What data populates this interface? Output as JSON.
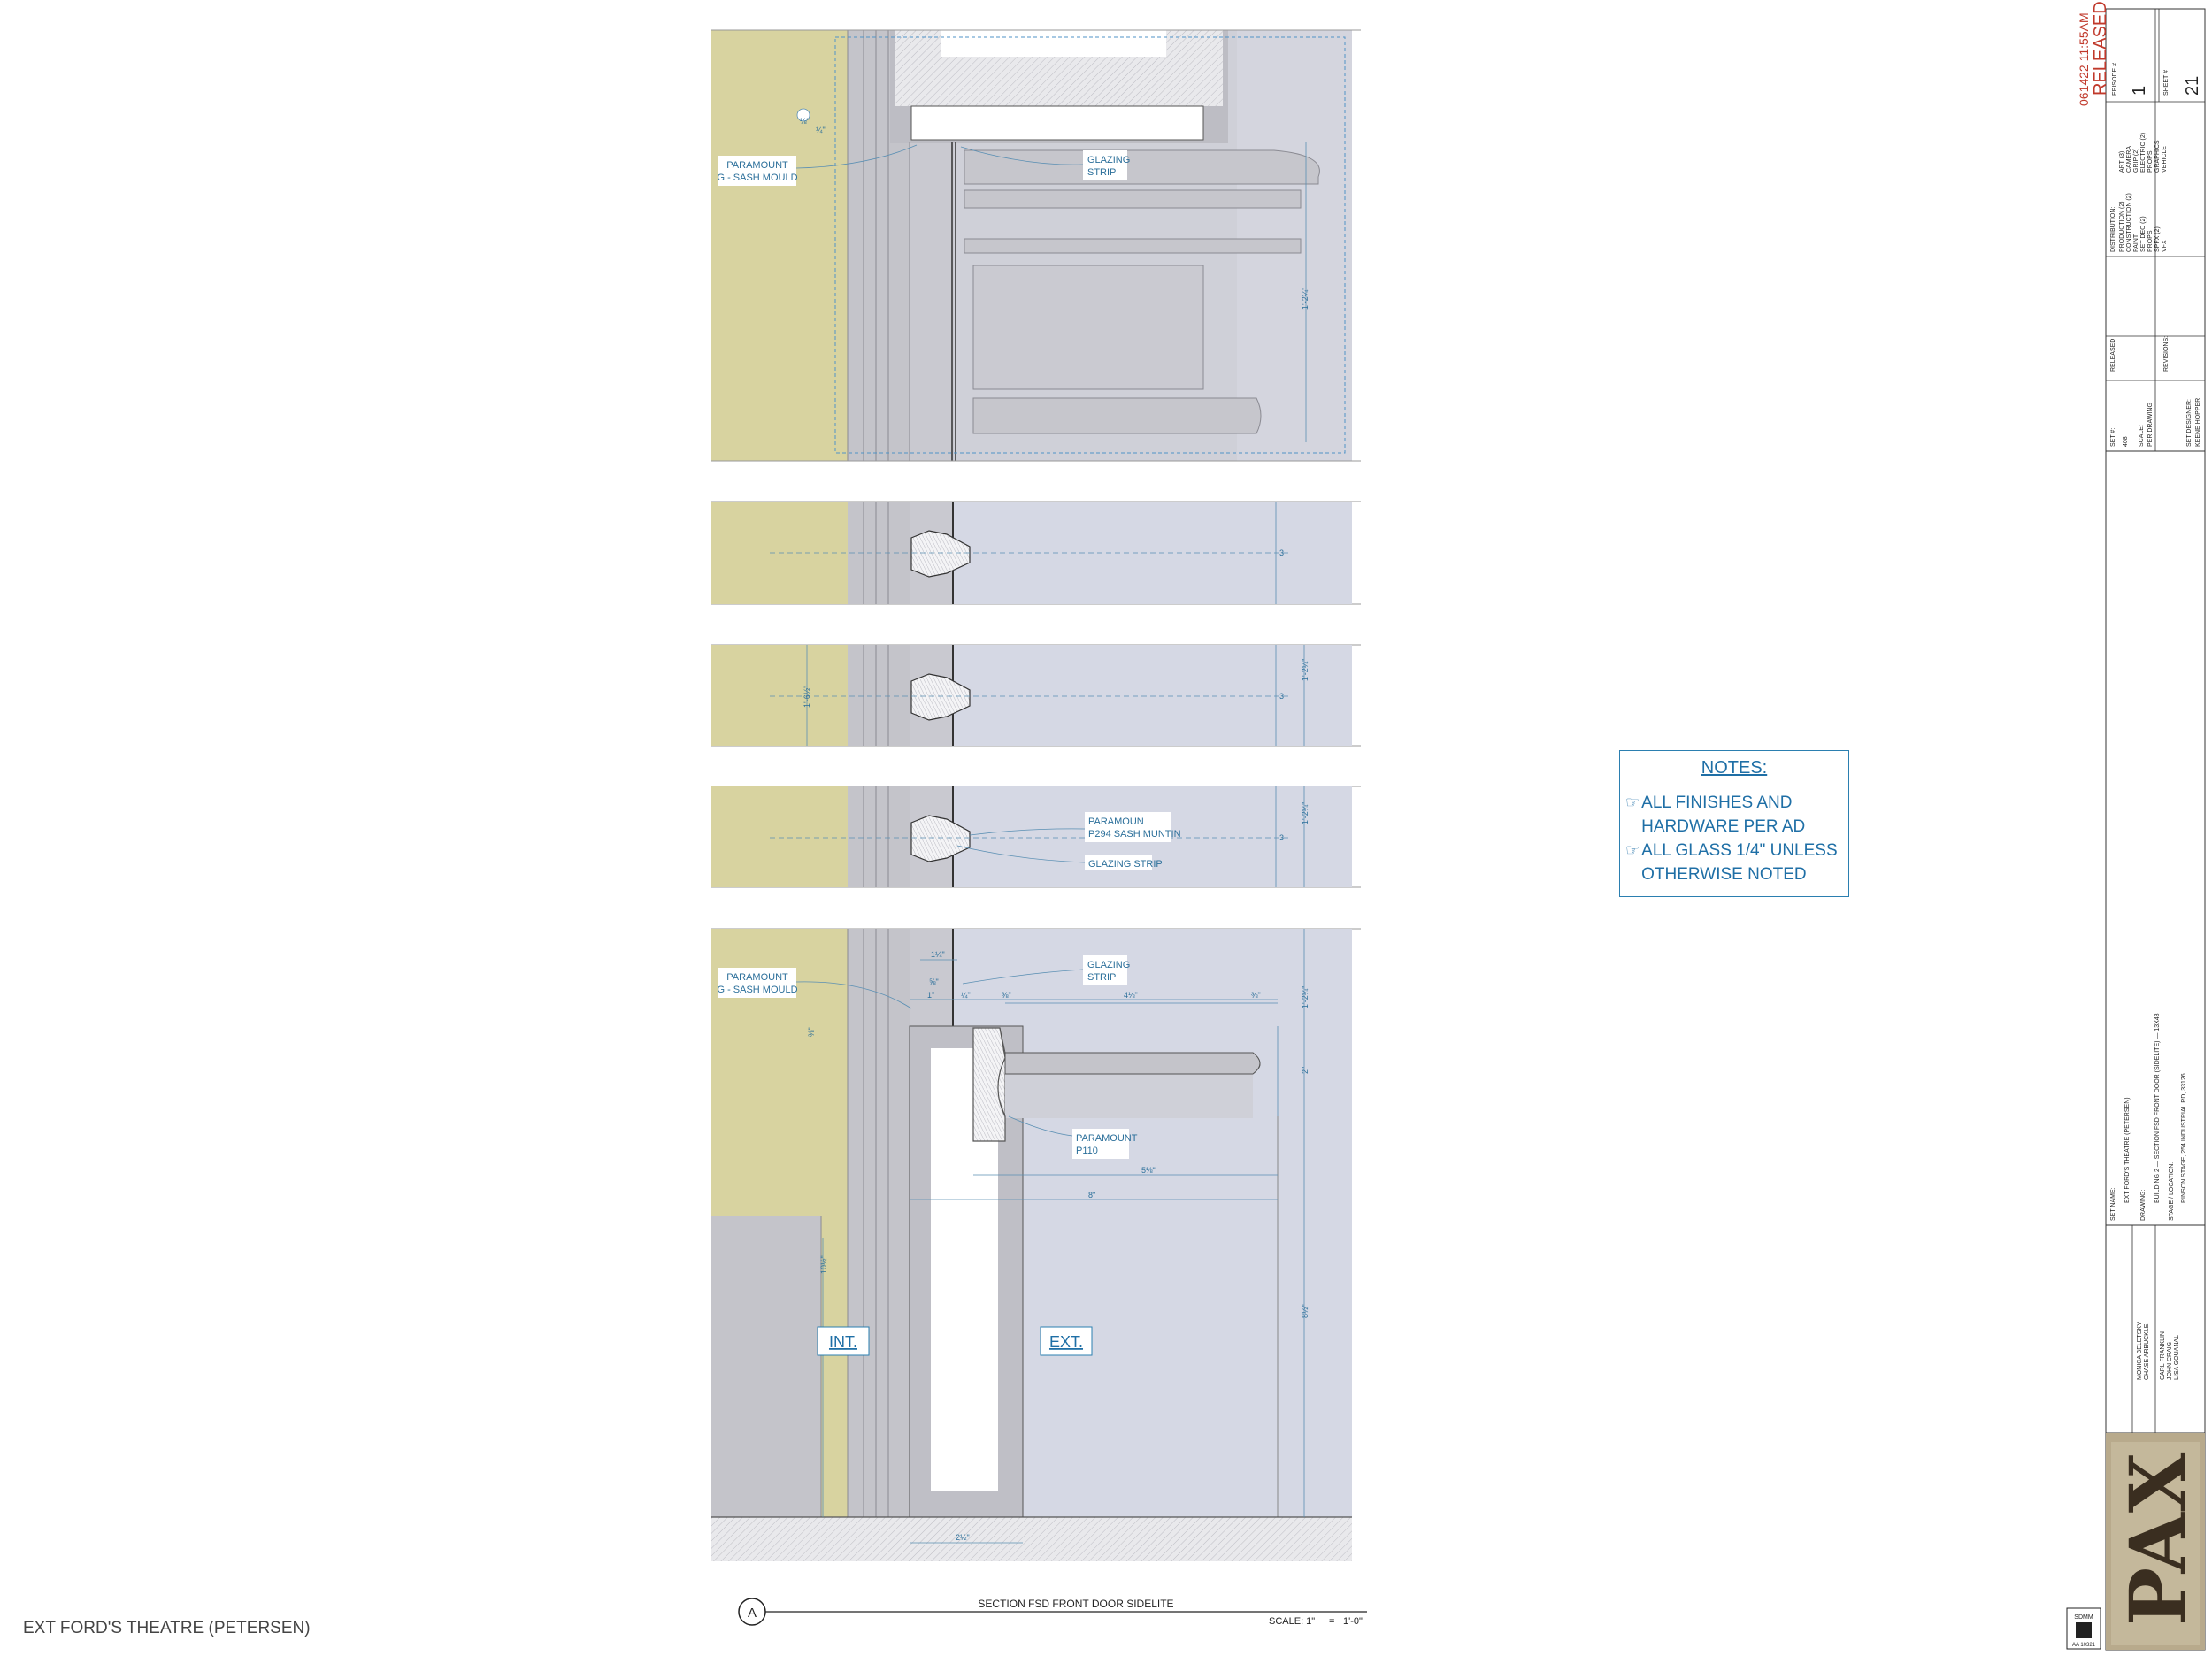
{
  "drawing": {
    "labels": {
      "sash_mould_top": [
        "PARAMOUNT",
        "G - SASH MOULD"
      ],
      "glazing_strip_top": [
        "GLAZING",
        "STRIP"
      ],
      "sash_muntin": [
        "PARAMOUN",
        "P294 SASH MUNTIN"
      ],
      "glazing_strip_mid": "GLAZING STRIP",
      "sash_mould_bottom": [
        "PARAMOUNT",
        "G - SASH MOULD"
      ],
      "glazing_strip_bottom": [
        "GLAZING",
        "STRIP"
      ],
      "p110": [
        "PARAMOUNT",
        "P110"
      ],
      "int": "INT.",
      "ext": "EXT."
    },
    "dimensions": {
      "d_1_2_top": "1'-2¼\"",
      "d_3_a": "3",
      "d_3_b": "3",
      "d_3_c": "3",
      "d_1_2_mid": "1'-2¼\"",
      "d_1_2_mid2": "1'-2¼\"",
      "d_1_6": "1'-6½\"",
      "d_1_4": "1¼\"",
      "d_5_8a": "⅝\"",
      "d_1": "1\"",
      "d_1_4b": "¼\"",
      "d_3_8": "⅜\"",
      "d_4_1_8": "4⅛\"",
      "d_3_8b": "⅜\"",
      "d_1_2_right": "1'-2¼\"",
      "d_2": "2\"",
      "d_5_1_8": "5⅛\"",
      "d_8": "8\"",
      "d_10": "10½\"",
      "d_8_right": "8½\"",
      "d_2_bottom": "2½\"",
      "d_small_top": "⅛\"",
      "d_small_top2": "¼\"",
      "d_left_bottom": "⅜\""
    },
    "section_marker": "A",
    "section_title": "SECTION FSD FRONT DOOR SIDELITE",
    "scale_label": "SCALE: 1\"",
    "scale_eq": "=",
    "scale_value": "1'-0\""
  },
  "notes": {
    "title": "NOTES:",
    "items": [
      [
        "ALL FINISHES AND",
        "HARDWARE PER AD"
      ],
      [
        "ALL GLASS 1/4\" UNLESS",
        "OTHERWISE NOTED"
      ]
    ]
  },
  "footer": {
    "set_name": "EXT FORD'S THEATRE (PETERSEN)"
  },
  "title_block": {
    "stamp": "061422 11:55AM",
    "status": "RELEASED",
    "episode_label": "EPISODE #",
    "episode_value": "1",
    "sheet_label": "SHEET #",
    "sheet_value": "21",
    "distribution_label": "DISTRIBUTION:",
    "distribution_col1": [
      "PRODUCTION (2)",
      "CONSTRUCTION (2)",
      "PAINT",
      "SET DEC (2)",
      "PROPS",
      "SPFX (2)",
      "VFX"
    ],
    "distribution_col2": [
      "ART (3)",
      "CAMERA",
      "GRIP (2)",
      "ELECTRIC (2)",
      "PROPS",
      "GRAPHICS",
      "VEHICLE"
    ],
    "released_label": "RELEASED",
    "revisions_label": "REVISIONS:",
    "set_num_label": "SET #:",
    "set_num_value": "408",
    "scale_label": "SCALE:",
    "scale_value": "PER DRAWING",
    "set_designer_label": "SET DESIGNER:",
    "set_designer_value": "KEENE HOPPER",
    "set_name_label": "SET NAME:",
    "set_name_value": "EXT FORD'S THEATRE (PETERSEN)",
    "drawing_label": "DRAWING:",
    "drawing_value": "BUILDING 2 — SECTION FSD FRONT DOOR (SIDELITE) — 13X48",
    "stage_label": "STAGE / LOCATION:",
    "stage_value": "RINSON STAGE, 254 INDUSTRIAL RD, 33126",
    "prod_designer": "MONICA BELETSKY",
    "art_director": "CHASE ARBUCKLE",
    "crew_a": "CARL FRANKLIN",
    "crew_b": "JOHN CRAIG",
    "crew_c": "LISA GOUANAL",
    "logo_text": "PAX",
    "union_label": "SDMM",
    "union_num": "AA 10321"
  },
  "colors": {
    "tan": "#d8d3a0",
    "gray_dark": "#c2c2c8",
    "gray_mid": "#cbcbd3",
    "blue_gray": "#d5d8e4",
    "annotation": "#2b6f9a",
    "stamp_red": "#c0392b"
  }
}
